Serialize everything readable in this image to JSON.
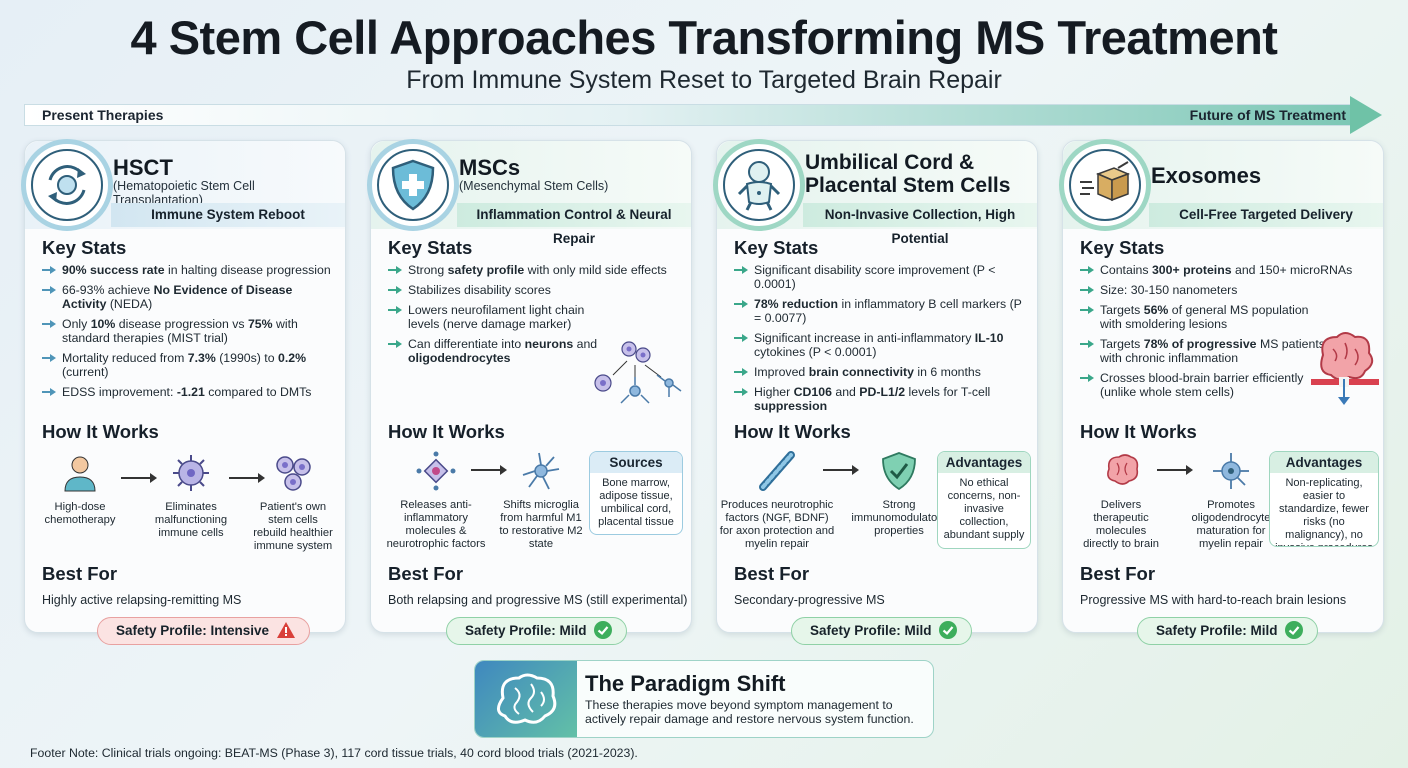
{
  "title": "4 Stem Cell Approaches Transforming MS Treatment",
  "subtitle": "From Immune System Reset to Targeted Brain Repair",
  "timeline": {
    "left": "Present Therapies",
    "right": "Future of MS Treatment"
  },
  "headings": {
    "stats": "Key Stats",
    "how": "How It Works",
    "best": "Best For"
  },
  "cards": [
    {
      "name": "HSCT",
      "full_name": "(Hematopoietic Stem Cell Transplantation)",
      "tagline": "Immune System Reboot",
      "icon": "refresh-cycle-icon",
      "stats": [
        [
          "",
          "90% success rate",
          " in halting disease progression"
        ],
        [
          "66-93% achieve ",
          "No Evidence of Disease Activity",
          " (NEDA)"
        ],
        [
          "Only ",
          "10%",
          " disease progression vs "
        ],
        [
          "Mortality reduced from ",
          "7.3%",
          " (1990s) to "
        ],
        [
          "EDSS improvement: ",
          "-1.21",
          " compared to DMTs"
        ]
      ],
      "stat_extra": {
        "s2b": "75%",
        "s2c": " with standard therapies (MIST trial)",
        "s3b": "0.2%",
        "s3c": " (current)"
      },
      "steps": [
        "High-dose chemotherapy",
        "Eliminates malfunctioning immune cells",
        "Patient's own stem cells rebuild healthier immune system"
      ],
      "best_for": "Highly active relapsing-remitting MS",
      "safety": "Safety Profile: Intensive"
    },
    {
      "name": "MSCs",
      "full_name": "(Mesenchymal Stem Cells)",
      "tagline": "Inflammation Control & Neural Repair",
      "icon": "shield-plus-icon",
      "stats": [
        [
          "Strong ",
          "safety profile",
          " with only mild side effects"
        ],
        [
          "Stabilizes disability scores",
          "",
          ""
        ],
        [
          "Lowers neurofilament light chain levels (nerve damage marker)",
          "",
          ""
        ],
        [
          "Can differentiate into ",
          "neurons",
          " and "
        ]
      ],
      "stat_extra": {
        "s3b": "oligodendrocytes"
      },
      "steps": [
        "Releases anti-inflammatory molecules & neurotrophic factors",
        "Shifts microglia from harmful M1 to restorative M2 state"
      ],
      "side_title": "Sources",
      "side_body": "Bone marrow, adipose tissue, umbilical cord, placental tissue",
      "best_for": "Both relapsing and progressive MS (still experimental)",
      "safety": "Safety Profile: Mild"
    },
    {
      "name": "Umbilical Cord &",
      "name2": "Placental Stem Cells",
      "tagline": "Non-Invasive Collection, High Potential",
      "icon": "baby-icon",
      "stats": [
        [
          "Significant disability score improvement (P < 0.0001)",
          "",
          ""
        ],
        [
          "",
          "78% reduction",
          " in inflammatory B cell markers (P = 0.0077)"
        ],
        [
          "Significant increase in anti-inflammatory ",
          "IL-10",
          " cytokines (P < 0.0001)"
        ],
        [
          "Improved ",
          "brain connectivity",
          " in 6 months"
        ],
        [
          "Higher ",
          "CD106",
          " and "
        ]
      ],
      "stat_extra": {
        "s4b": "PD-L1/2",
        "s4c": " levels for T-cell ",
        "s4d": "suppression"
      },
      "steps": [
        "Produces neurotrophic factors (NGF, BDNF) for axon protection and myelin repair",
        "Strong immunomodulatory properties"
      ],
      "side_title": "Advantages",
      "side_body": "No ethical concerns, non-invasive collection, abundant supply",
      "best_for": "Secondary-progressive MS",
      "safety": "Safety Profile: Mild"
    },
    {
      "name": "Exosomes",
      "tagline": "Cell-Free Targeted Delivery",
      "icon": "package-delivery-icon",
      "stats": [
        [
          "Contains ",
          "300+ proteins",
          " and 150+ microRNAs"
        ],
        [
          "Size: 30-150 nanometers",
          "",
          ""
        ],
        [
          "Targets ",
          "56%",
          " of general MS population with smoldering lesions"
        ],
        [
          "Targets ",
          "78% of progressive",
          " MS patients with chronic inflammation"
        ],
        [
          "Crosses blood-brain barrier efficiently (unlike whole stem cells)",
          "",
          ""
        ]
      ],
      "steps": [
        "Delivers therapeutic molecules directly to brain",
        "Promotes oligodendrocyte maturation for myelin repair"
      ],
      "side_title": "Advantages",
      "side_body": "Non-replicating, easier to standardize, fewer risks (no malignancy), no invasive procedures",
      "best_for": "Progressive MS with hard-to-reach brain lesions",
      "safety": "Safety Profile: Mild"
    }
  ],
  "paradigm": {
    "title": "The Paradigm Shift",
    "body": "These therapies move beyond symptom management to actively repair damage and restore nervous system function."
  },
  "footer": "Footer Note: Clinical trials ongoing: BEAT-MS (Phase 3), 117 cord tissue trials, 40 cord blood trials (2021-2023).",
  "colors": {
    "blue_accent": "#4f95b8",
    "green_accent": "#3aa78a",
    "warning": "#d9403a",
    "check": "#3dae5c"
  }
}
